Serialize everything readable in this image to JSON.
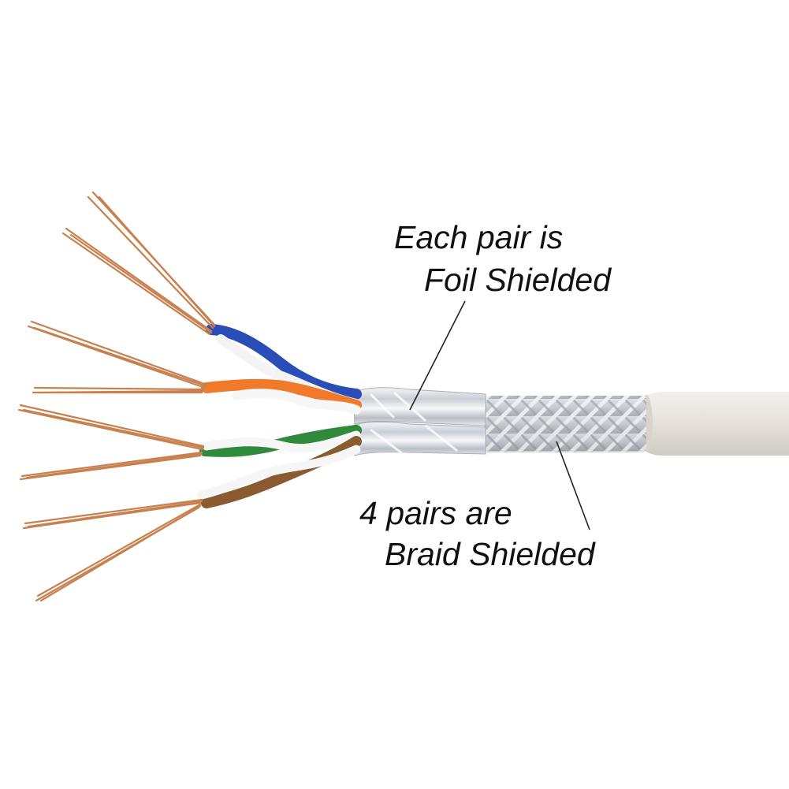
{
  "annotations": {
    "foil": {
      "line1": "Each pair is",
      "line2": "Foil Shielded"
    },
    "braid": {
      "line1": "4 pairs are",
      "line2": "Braid Shielded"
    }
  },
  "colors": {
    "background": "#ffffff",
    "copper": "#c8804e",
    "blue_insulation": "#2a4db8",
    "orange_insulation": "#f07a2a",
    "green_insulation": "#2f8a3e",
    "brown_insulation": "#8a5a30",
    "foil": "#dcdfe4",
    "braid": "#c9cdd2",
    "jacket": "#e6e3dc"
  },
  "icons": [
    "shielded-twisted-pair-cable-illustration"
  ]
}
